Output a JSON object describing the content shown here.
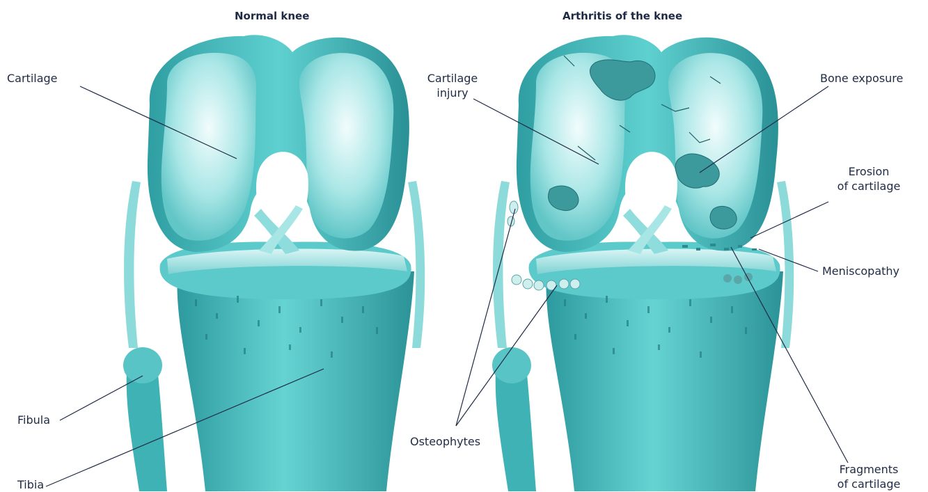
{
  "figure": {
    "panels": [
      {
        "title": "Normal knee"
      },
      {
        "title": "Arthritis of the knee"
      }
    ],
    "labels": {
      "cartilage": "Cartilage",
      "fibula": "Fibula",
      "tibia": "Tibia",
      "cartilage_injury_1": "Cartilage",
      "cartilage_injury_2": "injury",
      "bone_exposure": "Bone exposure",
      "erosion_1": "Erosion",
      "erosion_2": "of cartilage",
      "meniscopathy": "Meniscopathy",
      "osteophytes": "Osteophytes",
      "fragments_1": "Fragments",
      "fragments_2": "of cartilage"
    },
    "colors": {
      "bone": "#4fc3c4",
      "bone_dark": "#2a8f93",
      "cartilage": "#b8ecec",
      "cartilage_light": "#e6fafa",
      "damage": "#3d9a9c",
      "leader_line": "#1f2a44"
    }
  }
}
